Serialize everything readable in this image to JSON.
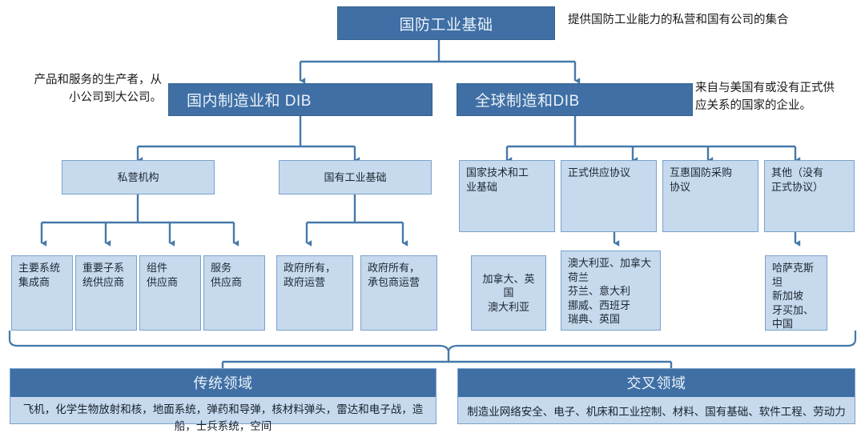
{
  "diagram": {
    "title_box": {
      "label": "国防工业基础"
    },
    "annotations": {
      "top_right": "提供国防工业能力的私营和国有公司的集合",
      "left_domestic": "产品和服务的生产者，从\n小公司到大公司。",
      "right_global": "来自与美国有或没有正式供\n应关系的国家的企业。"
    },
    "level2": [
      {
        "label": "国内制造业和 DIB"
      },
      {
        "label": "全球制造和DIB"
      }
    ],
    "level3_domestic": [
      {
        "label": "私营机构"
      },
      {
        "label": "国有工业基础"
      }
    ],
    "level3_global": [
      {
        "label": "国家技术和工\n业基础"
      },
      {
        "label": "正式供应协议"
      },
      {
        "label": "互惠国防采购\n协议"
      },
      {
        "label": "其他（没有\n正式协议）"
      }
    ],
    "level4_private": [
      {
        "label": "主要系统\n集成商"
      },
      {
        "label": "重要子系\n统供应商"
      },
      {
        "label": "组件\n供应商"
      },
      {
        "label": "服务\n供应商"
      }
    ],
    "level4_stateowned": [
      {
        "label": "政府所有，\n政府运营"
      },
      {
        "label": "政府所有，\n承包商运营"
      }
    ],
    "level4_global": [
      {
        "label": "加拿大、英国\n澳大利亚"
      },
      {
        "label": "澳大利亚、加拿大\n荷兰\n芬兰、意大利\n挪威、西班牙\n瑞典、英国"
      },
      {
        "label": "哈萨克斯坦\n新加坡\n牙买加、\n中国"
      }
    ],
    "bottom_panels": [
      {
        "heading": "传统领域",
        "body": "飞机，化学生物放射和核，地面系统，弹药和导弹，核材料弹头，雷达和电子战，造船，士兵系统，空间"
      },
      {
        "heading": "交叉领域",
        "body": "制造业网络安全、电子、机床和工业控制、材料、国有基础、软件工程、劳动力"
      }
    ],
    "colors": {
      "dark_blue": "#3F6FA4",
      "light_blue": "#C6D9ED",
      "border_blue": "#7BA2CC",
      "connector_blue": "#4579AA"
    }
  }
}
